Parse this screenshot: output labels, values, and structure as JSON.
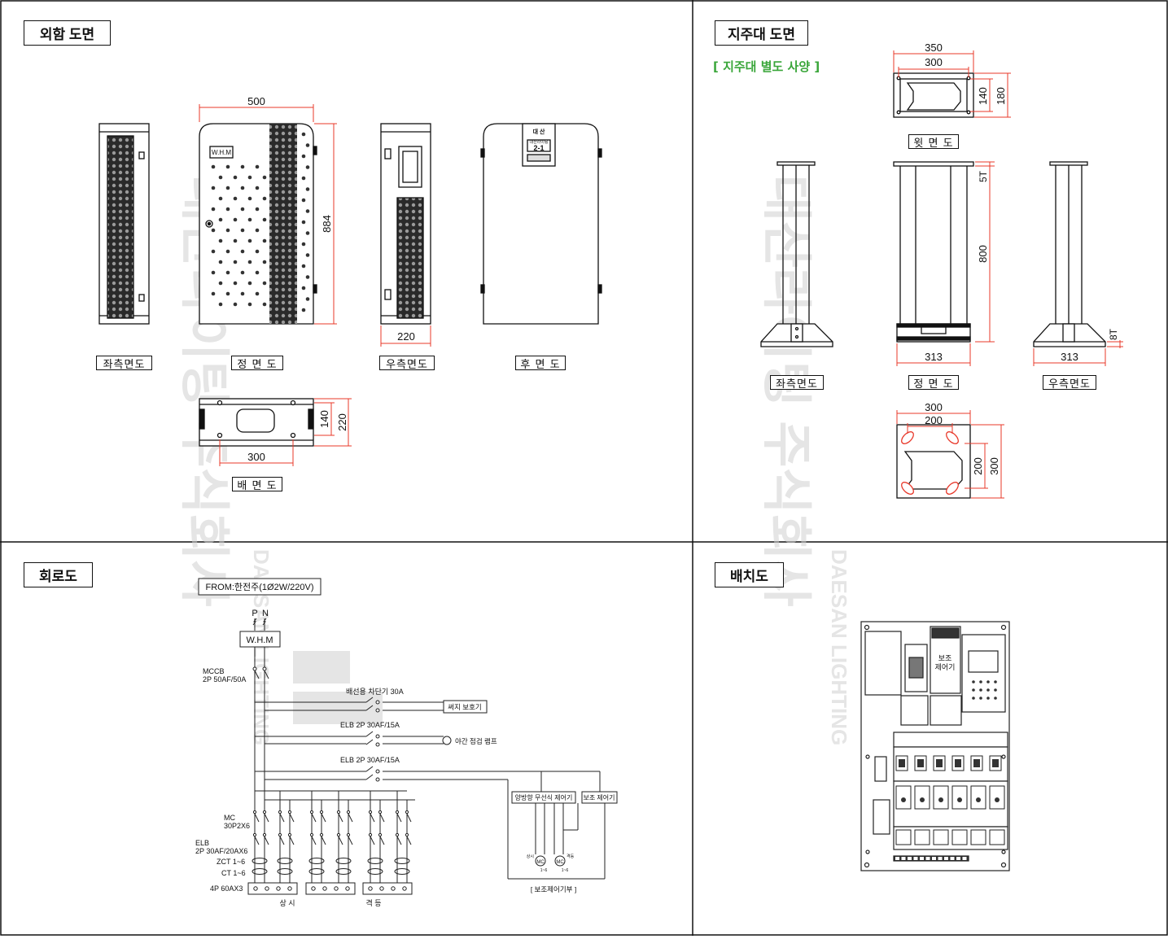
{
  "sections": {
    "enclosure": "외함 도면",
    "stand": "지주대 도면",
    "circuit": "회로도",
    "layout": "배치도"
  },
  "stand_spec": "[ 지주대 별도 사양 ]",
  "enclosure_views": {
    "left": "좌측면도",
    "front": "정 면 도",
    "right": "우측면도",
    "rear": "후 면 도",
    "bottom": "배 면 도"
  },
  "stand_views": {
    "top": "윗 면 도",
    "left": "좌측면도",
    "front": "정 면 도",
    "right": "우측면도"
  },
  "enclosure_dims": {
    "front_width": "500",
    "front_height": "884",
    "right_depth": "220",
    "bottom_width": "300",
    "bottom_inner": "140",
    "bottom_outer": "220"
  },
  "stand_dims": {
    "top_outer": "350",
    "top_inner": "300",
    "top_h_inner": "140",
    "top_h_outer": "180",
    "thickness_top": "5T",
    "height": "800",
    "base_width_front": "313",
    "base_width_right": "313",
    "thickness_base": "8T",
    "base_outer": "300",
    "base_inner": "200",
    "base_v_inner": "200",
    "base_v_outer": "300"
  },
  "enclosure_text": {
    "whm": "W.H.M",
    "plate_brand": "대  산",
    "plate_name": "대산라이팅",
    "plate_no": "2-1"
  },
  "circuit": {
    "source": "FROM:한전주(1Ø2W/220V)",
    "p": "P",
    "n": "N",
    "whm": "W.H.M",
    "mccb": "MCCB",
    "mccb_rating": "2P 50AF/50A",
    "breaker1": "배선용 차단기 30A",
    "surge": "써지 보호기",
    "elb1": "ELB 2P 30AF/15A",
    "lamp": "야간 점검 램프",
    "elb2": "ELB 2P 30AF/15A",
    "mc": "MC",
    "mc_rating": "30P2X6",
    "elb": "ELB",
    "elb_rating": "2P 30AF/20AX6",
    "zct": "ZCT 1~6",
    "ct": "CT 1~6",
    "terminal": "4P 60AX3",
    "always": "상 시",
    "alternate": "격 등",
    "wireless": "양방향 무선식 제어기",
    "aux_ctrl": "보조 제어기",
    "aux_unit": "[ 보조제어기부 ]",
    "mc_label": "MC",
    "small_left_top": "상시",
    "small_left_bottom": "1~6",
    "small_right_top": "격등",
    "small_right_bottom": "1~6"
  },
  "layout": {
    "aux_ctrl": "보조\n제어기"
  },
  "watermark": {
    "main": "대산라이팅 주식회사",
    "sub": "DAESAN LIGHTING"
  },
  "colors": {
    "dimension": "#e8382a",
    "spec_green": "#3aa63a",
    "watermark": "#cfcfcf"
  }
}
